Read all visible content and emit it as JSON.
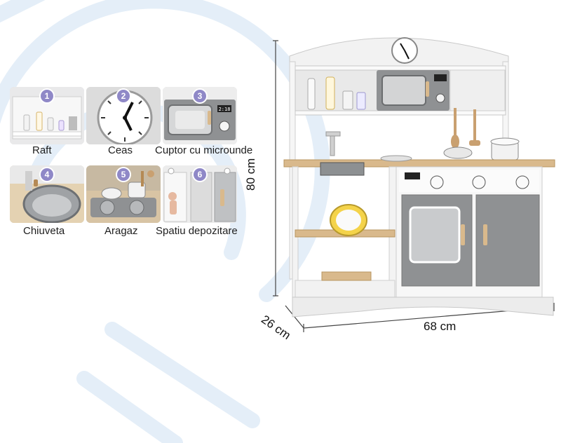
{
  "features": [
    {
      "number": "1",
      "label": "Raft",
      "icon": "shelf-icon"
    },
    {
      "number": "2",
      "label": "Ceas",
      "icon": "clock-icon"
    },
    {
      "number": "3",
      "label": "Cuptor cu microunde",
      "icon": "microwave-icon"
    },
    {
      "number": "4",
      "label": "Chiuveta",
      "icon": "sink-icon"
    },
    {
      "number": "5",
      "label": "Aragaz",
      "icon": "stove-icon"
    },
    {
      "number": "6",
      "label": "Spatiu depozitare",
      "icon": "storage-icon"
    }
  ],
  "dimensions": {
    "height": "80 cm",
    "depth": "26 cm",
    "width": "68 cm"
  },
  "display_time": "2:18",
  "colors": {
    "badge": "#8f88c7",
    "wood": "#d9b98c",
    "panel_grey": "#8f9193",
    "watermark": "#e4eef8"
  }
}
